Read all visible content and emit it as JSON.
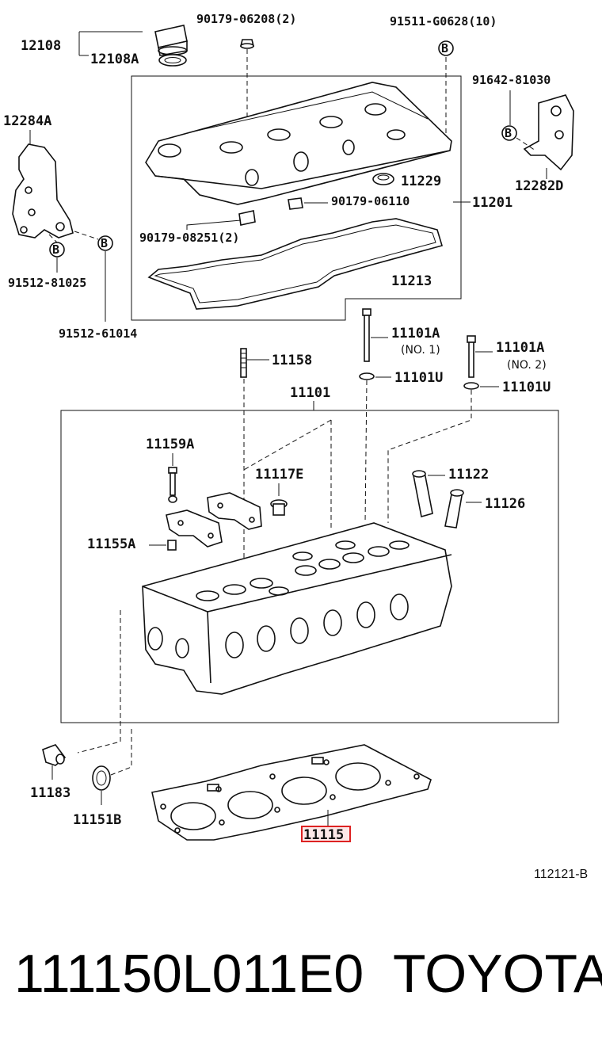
{
  "labels": {
    "p12108": "12108",
    "p12108A": "12108A",
    "p90179_06208": "90179-06208(2)",
    "p91511": "91511-G0628(10)",
    "p91642": "91642-81030",
    "p12284A": "12284A",
    "p11229": "11229",
    "p90179_06110": "90179-06110",
    "p11201": "11201",
    "p90179_08251": "90179-08251(2)",
    "p11213": "11213",
    "p12282D": "12282D",
    "p91512_81025": "91512-81025",
    "p91512_61014": "91512-61014",
    "p11158": "11158",
    "p11101A_1": "11101A",
    "no1": "(NO. 1)",
    "p11101U_1": "11101U",
    "p11101A_2": "11101A",
    "no2": "(NO. 2)",
    "p11101U_2": "11101U",
    "p11101": "11101",
    "p11159A": "11159A",
    "p11117E": "11117E",
    "p11122": "11122",
    "p11126": "11126",
    "p11155A": "11155A",
    "p11183": "11183",
    "p11151B": "11151B",
    "p11115": "11115",
    "b": "B"
  },
  "ref_code": "112121-B",
  "footer": {
    "part_number": "111150L011E0",
    "brand": "TOYOTA"
  },
  "highlight_color": "#d22222"
}
